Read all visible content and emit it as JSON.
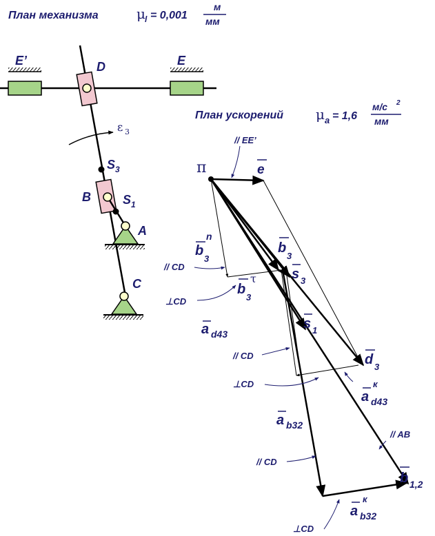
{
  "header": {
    "title": "План механизма",
    "mu_l_symbol": "μ",
    "mu_l_sub": "l",
    "mu_l_value": "= 0,001",
    "mu_l_num": "м",
    "mu_l_den": "мм"
  },
  "accel_plan": {
    "title": "План ускорений",
    "mu_symbol": "μ",
    "mu_sub": "a",
    "mu_value": "= 1,6",
    "mu_num": "м/с",
    "mu_num_exp": "2",
    "mu_den": "мм"
  },
  "mechanism": {
    "E_prime": "E’",
    "D": "D",
    "E": "E",
    "eps": "ε",
    "eps_sub": "3",
    "S3": "S",
    "S3_sub": "3",
    "B": "B",
    "S1": "S",
    "S1_sub": "1",
    "A": "A",
    "C": "C"
  },
  "vectors": {
    "pi": "π",
    "e": "e",
    "EE": "// EE’",
    "b3n": "b",
    "b3n_sub": "3",
    "b3n_sup": "n",
    "CD1": "// CD",
    "perpCD1": "⊥CD",
    "b3t": "b",
    "b3t_sub": "3",
    "b3t_sup": "τ",
    "b3": "b",
    "b3_sub": "3",
    "s3": "s",
    "s3_sub": "3",
    "s1": "s",
    "s1_sub": "1",
    "ad43": "a",
    "ad43_sub": "d43",
    "CD2": "// CD",
    "d3": "d",
    "d3_sub": "3",
    "perpCD2": "⊥CD",
    "ad43k": "a",
    "ad43k_sub": "d43",
    "ad43k_sup": "к",
    "ab32": "a",
    "ab32_sub": "b32",
    "AB": "// AB",
    "CD3": "// CD",
    "b12": "b",
    "b12_sub": "1,2",
    "ab32k": "a",
    "ab32k_sub": "b32",
    "ab32k_sup": "к",
    "perpCD3": "⊥CD"
  }
}
